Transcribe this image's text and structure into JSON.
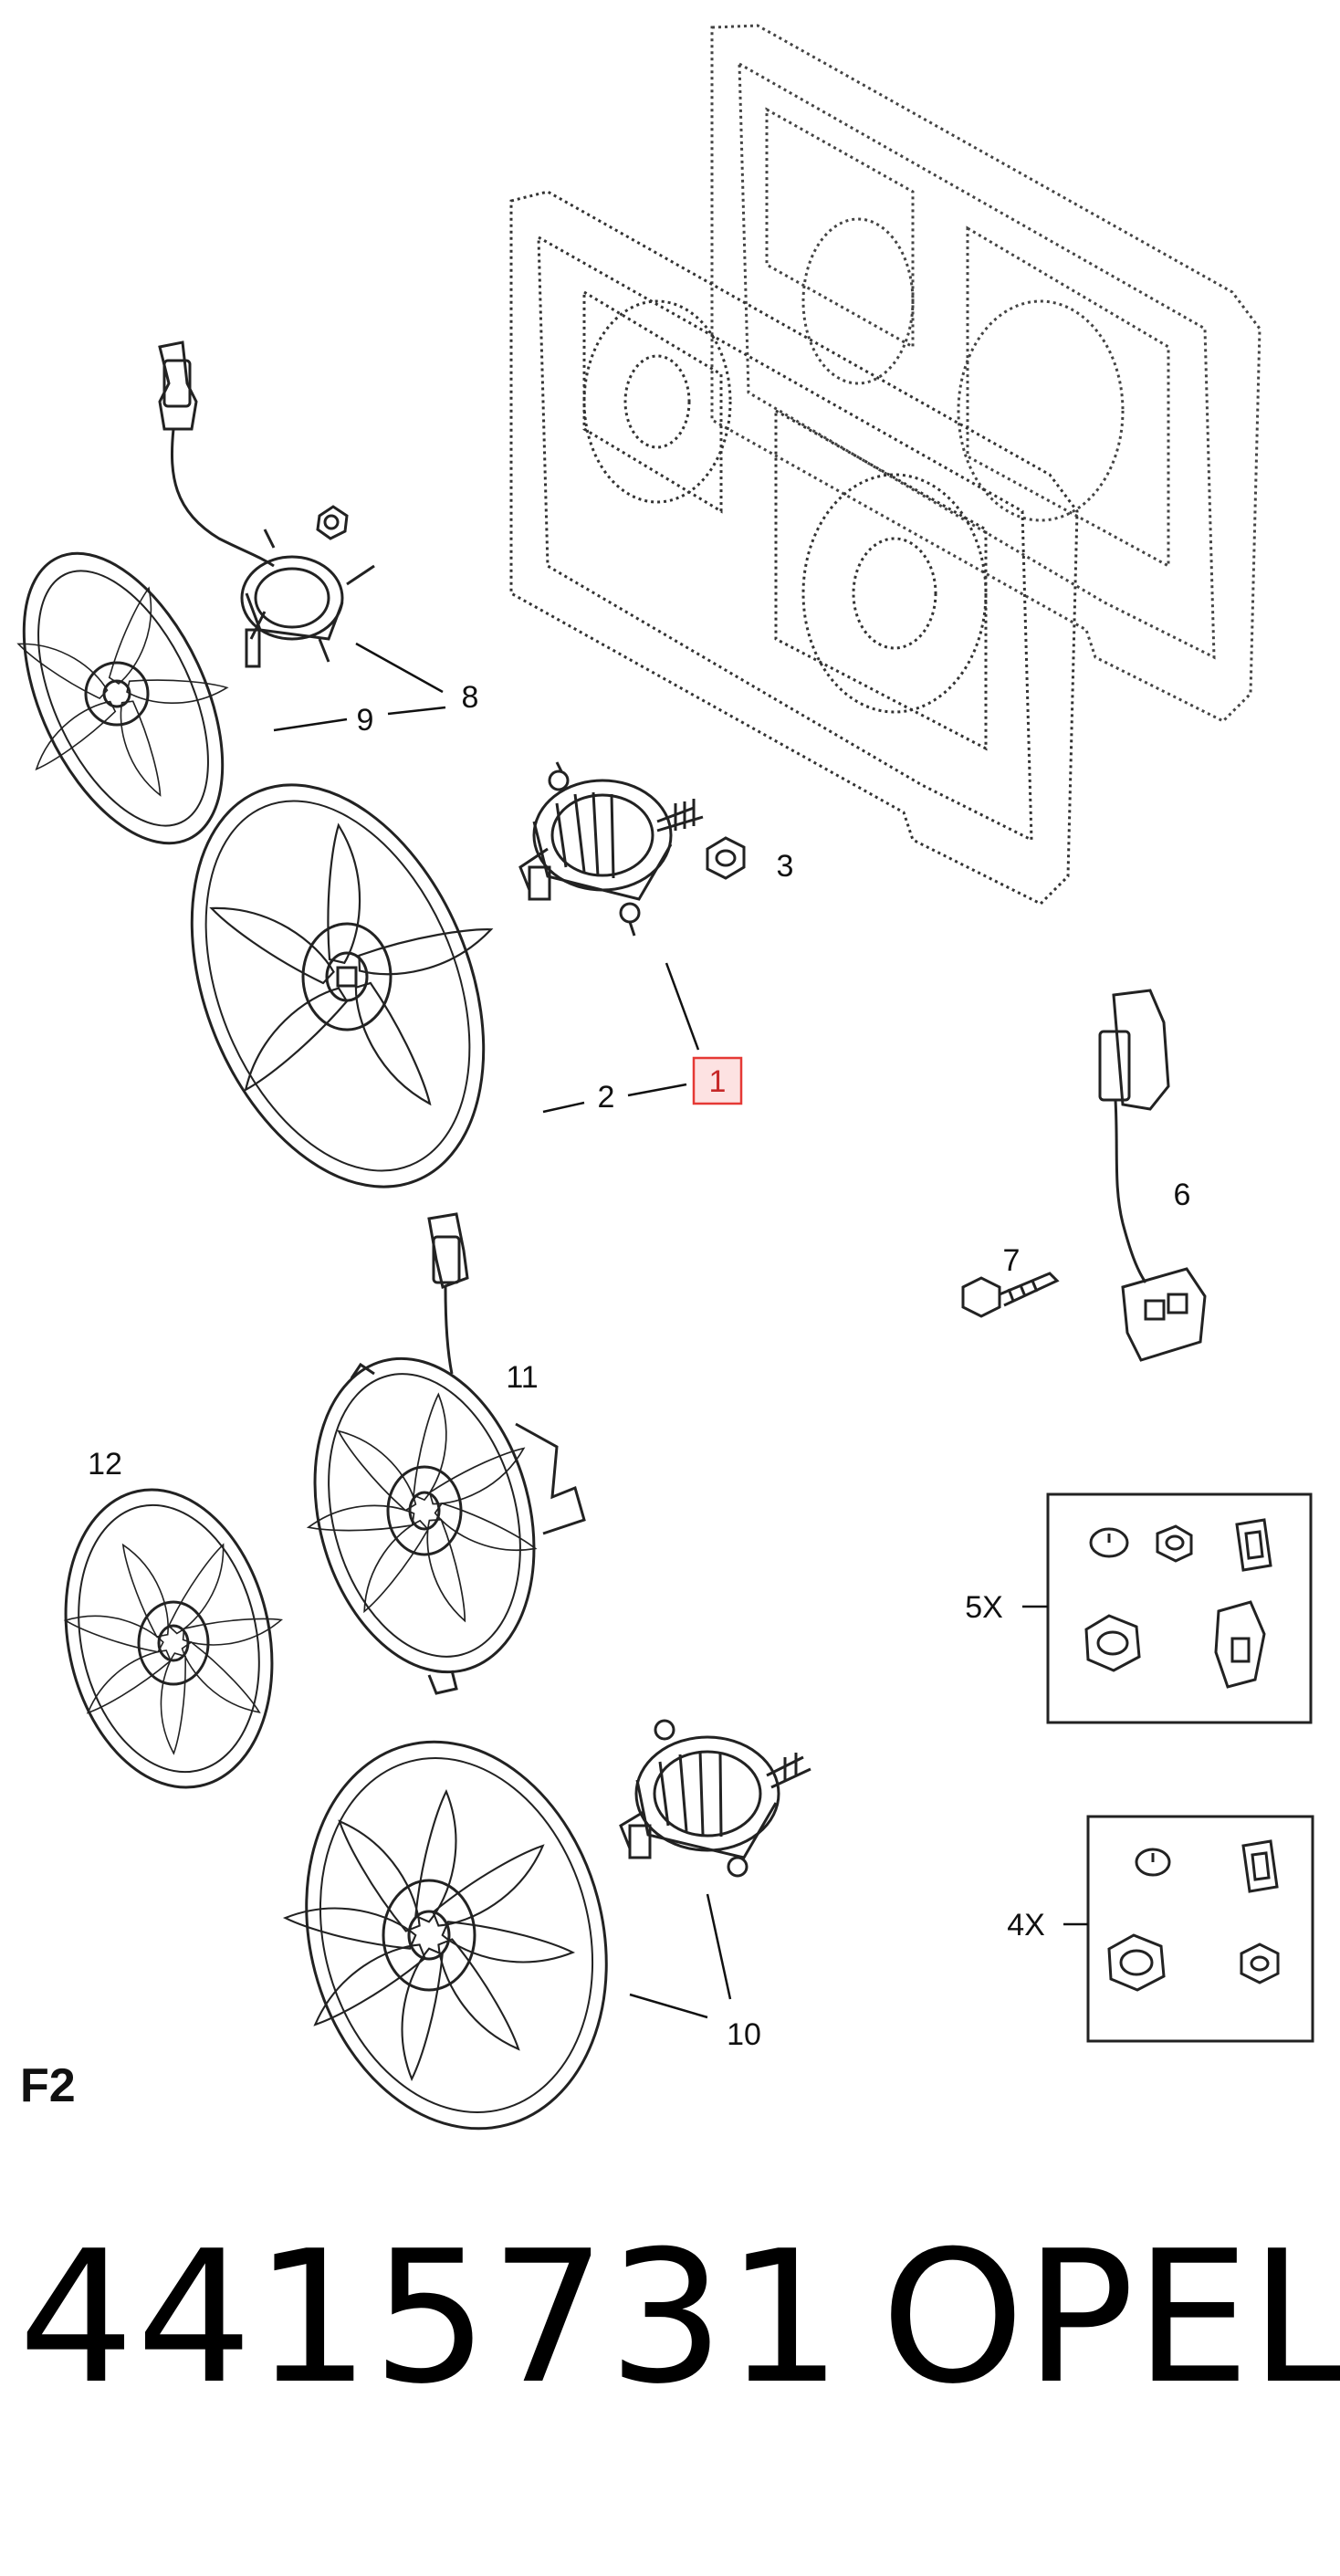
{
  "diagram": {
    "page_code": "F2",
    "callouts": {
      "c1": "1",
      "c2": "2",
      "c3": "3",
      "c4": "4X",
      "c5": "5X",
      "c6": "6",
      "c7": "7",
      "c8": "8",
      "c9": "9",
      "c10": "10",
      "c11": "11",
      "c12": "12"
    },
    "highlighted_callout": "1",
    "highlight_color": "#e53935"
  },
  "footer": {
    "part_number": "4415731",
    "brand": "OPEL"
  }
}
